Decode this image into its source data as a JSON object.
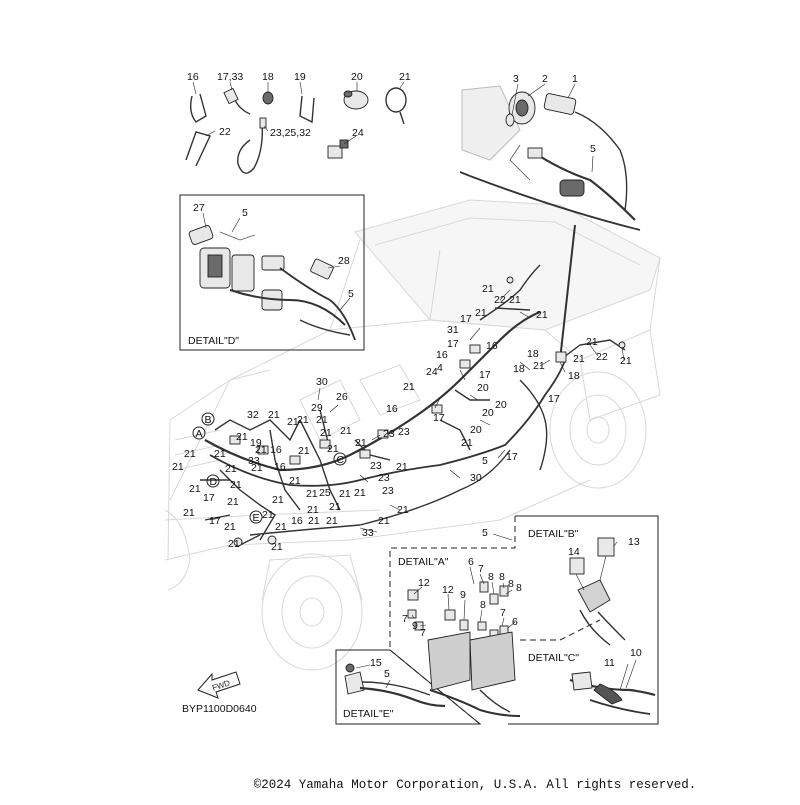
{
  "callouts": [
    "1",
    "2",
    "3",
    "4",
    "5",
    "6",
    "7",
    "8",
    "9",
    "10",
    "11",
    "12",
    "13",
    "14",
    "15",
    "16",
    "17",
    "18",
    "19",
    "20",
    "21",
    "22",
    "23",
    "24",
    "25",
    "26",
    "27",
    "28",
    "29",
    "30",
    "31",
    "32",
    "33"
  ],
  "top_parts": {
    "p16": "16",
    "p17_33": "17,33",
    "p18": "18",
    "p19": "19",
    "p20": "20",
    "p21": "21",
    "p22": "22",
    "p23_25_32": "23,25,32",
    "p24": "24"
  },
  "inset_top_right": {
    "p1": "1",
    "p2": "2",
    "p3": "3",
    "p5": "5"
  },
  "detail_d": {
    "title": "DETAIL\"D\"",
    "p27": "27",
    "p5a": "5",
    "p28": "28",
    "p5b": "5"
  },
  "detail_a": {
    "title": "DETAIL\"A\""
  },
  "detail_b": {
    "title": "DETAIL\"B\"",
    "p14": "14",
    "p13": "13"
  },
  "detail_c": {
    "title": "DETAIL\"C\"",
    "p11": "11",
    "p10": "10"
  },
  "detail_e": {
    "title": "DETAIL\"E\"",
    "p15": "15",
    "p5": "5"
  },
  "detail_markers": [
    "A",
    "B",
    "C",
    "D",
    "E"
  ],
  "fwd_label": "FWD",
  "diagram_code": "BYP1100D0640",
  "copyright": "©2024 Yamaha Motor Corporation, U.S.A. All rights reserved."
}
